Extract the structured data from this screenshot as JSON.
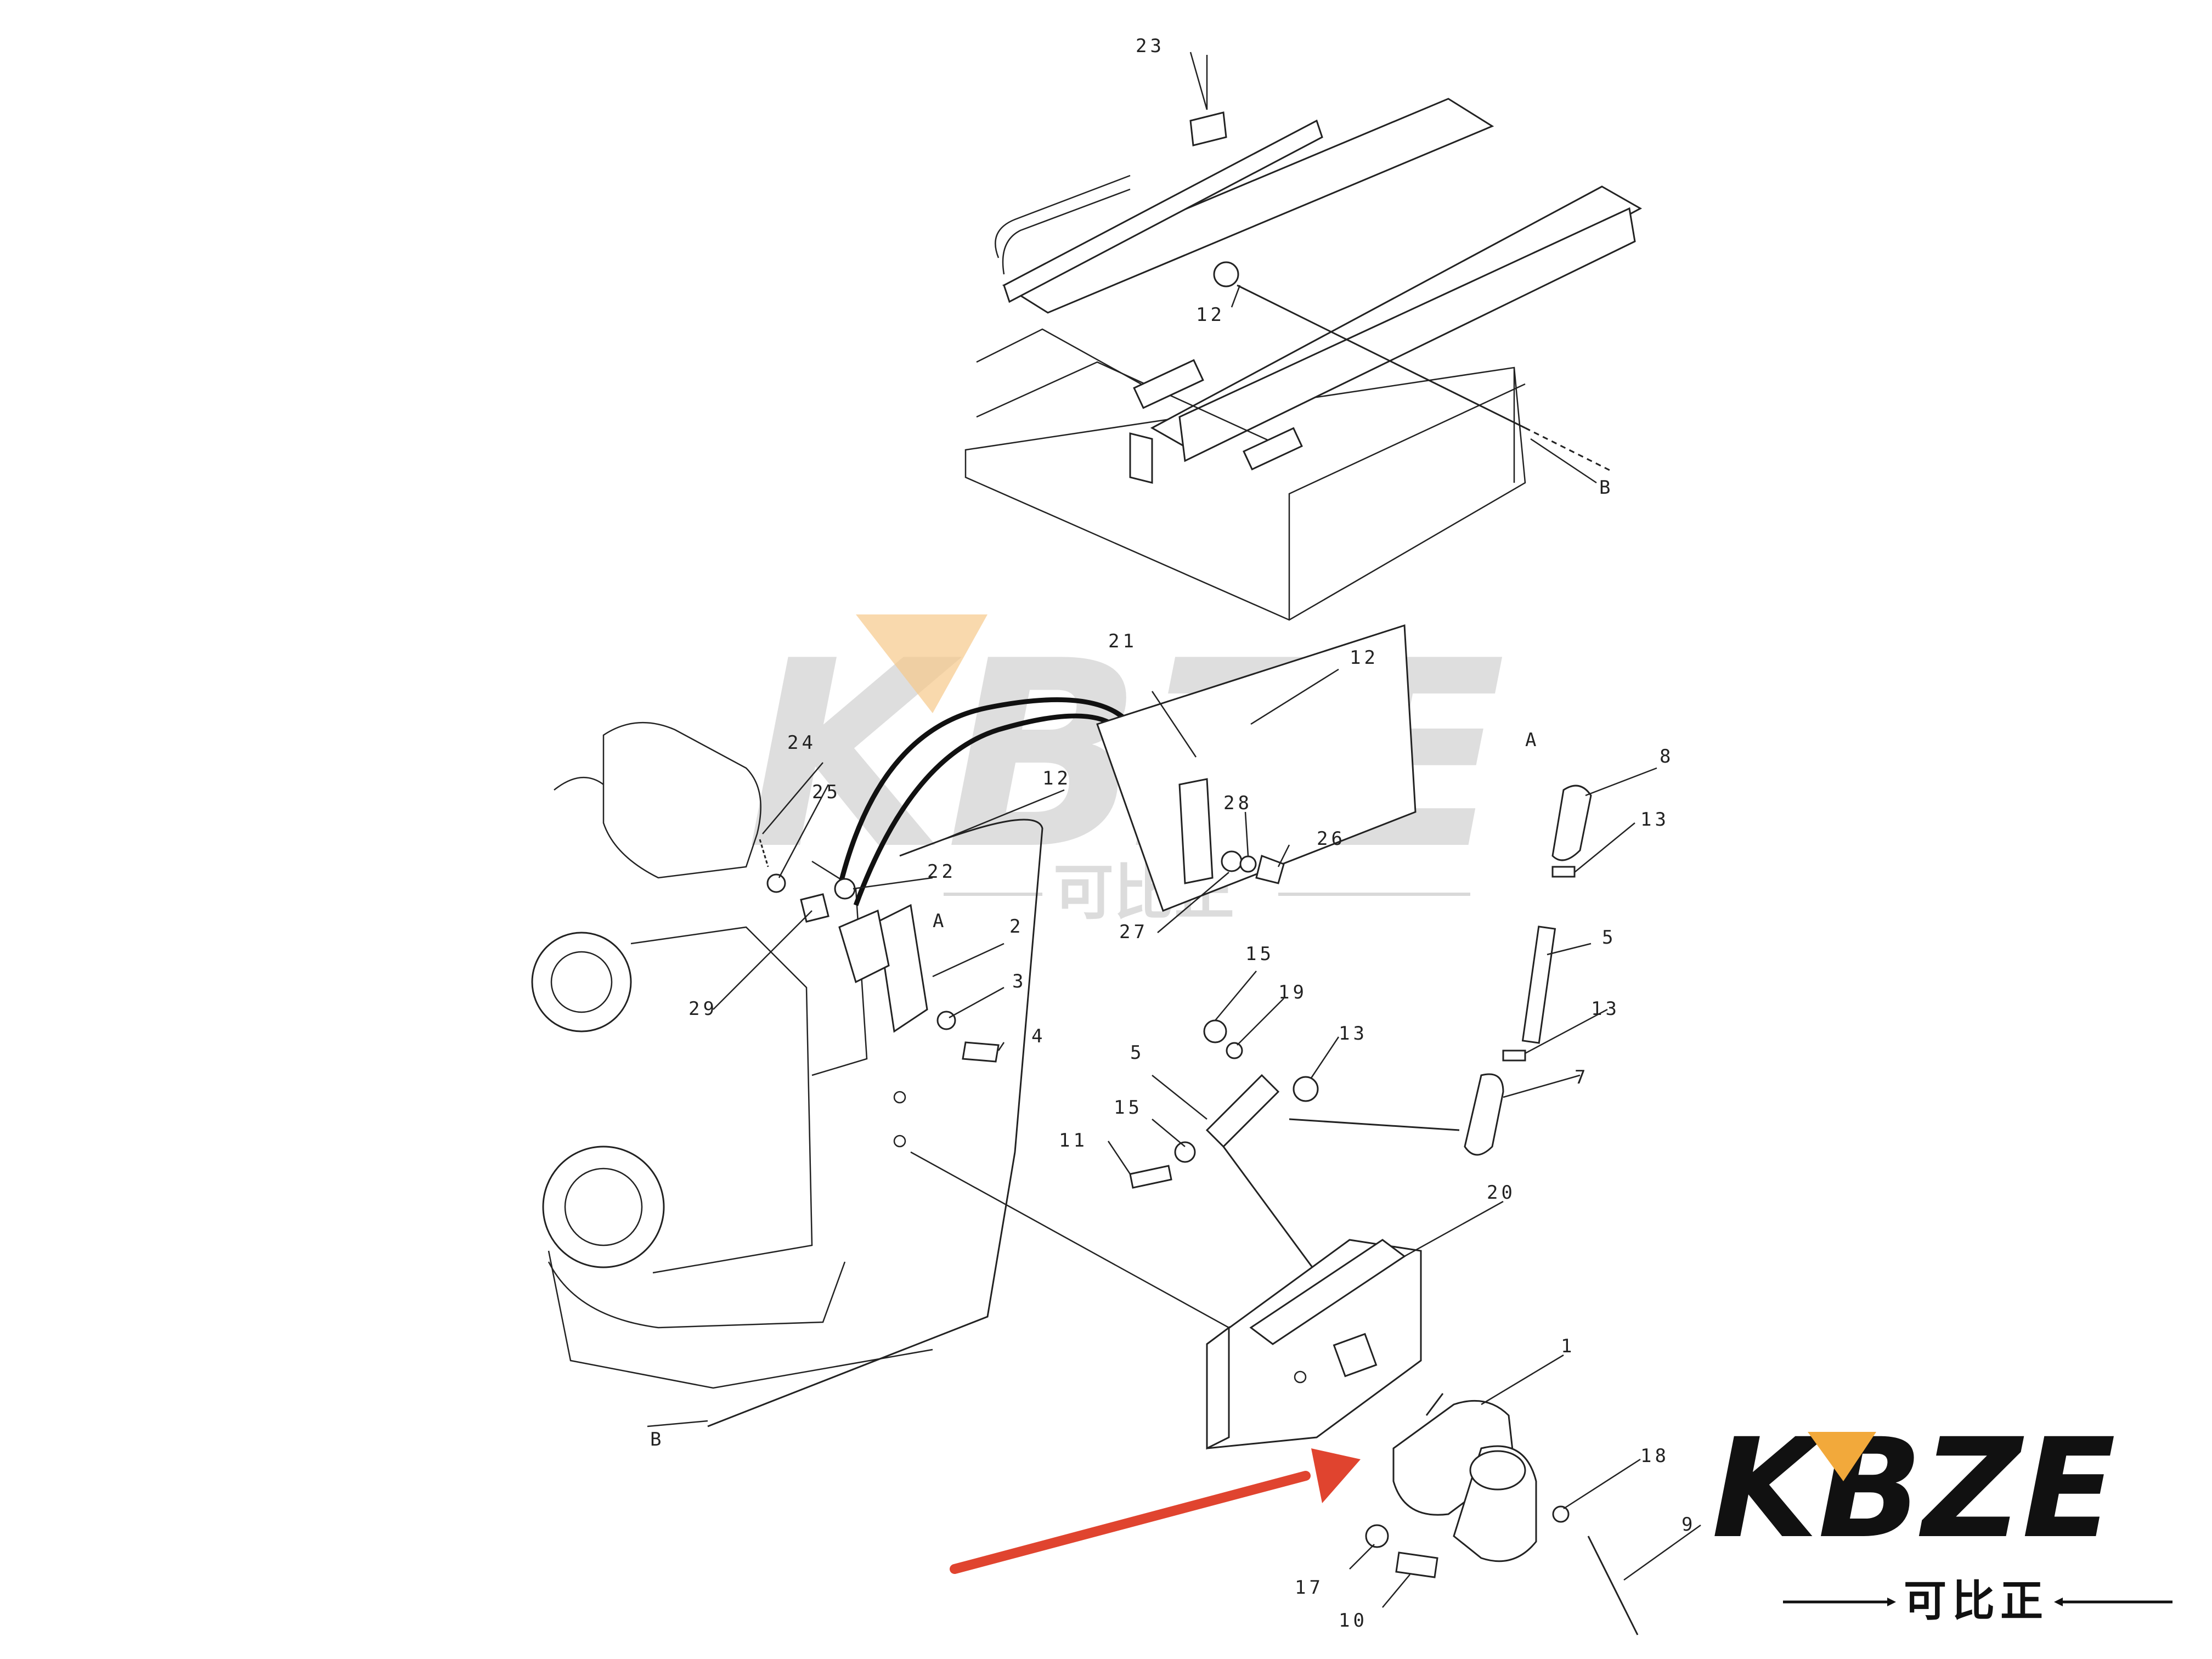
{
  "callouts": {
    "c1": "1",
    "c2": "2",
    "c3": "3",
    "c4": "4",
    "c5a": "5",
    "c5b": "5",
    "c7": "7",
    "c8": "8",
    "c9": "9",
    "c10": "10",
    "c11": "11",
    "c12a": "12",
    "c12b": "12",
    "c12c": "12",
    "c13a": "13",
    "c13b": "13",
    "c13c": "13",
    "c15a": "15",
    "c15b": "15",
    "c17": "17",
    "c18": "18",
    "c19": "19",
    "c20": "20",
    "c21": "21",
    "c22": "22",
    "c23": "23",
    "c24": "24",
    "c25": "25",
    "c26": "26",
    "c27": "27",
    "c28": "28",
    "c29": "29",
    "refA1": "A",
    "refA2": "A",
    "refB1": "B",
    "refB2": "B"
  },
  "watermark": {
    "brand": "KBZE",
    "chinese": "可比正"
  },
  "logo": {
    "brand": "KBZE",
    "chinese": "可比正"
  },
  "colors": {
    "arrow": "#e0442f",
    "logo_accent": "#f2a93b",
    "ink": "#222222",
    "watermark": "#d9d9d9"
  }
}
